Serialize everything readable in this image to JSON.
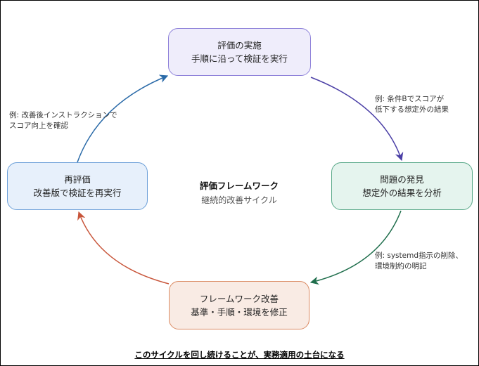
{
  "diagram": {
    "center": {
      "title": "評価フレームワーク",
      "subtitle": "継続的改善サイクル"
    },
    "nodes": {
      "top": {
        "line1": "評価の実施",
        "line2": "手順に沿って検証を実行"
      },
      "right": {
        "line1": "問題の発見",
        "line2": "想定外の結果を分析"
      },
      "bottom": {
        "line1": "フレームワーク改善",
        "line2": "基準・手順・環境を修正"
      },
      "left": {
        "line1": "再評価",
        "line2": "改善版で検証を再実行"
      }
    },
    "notes": {
      "top_right": {
        "line1": "例: 条件Bでスコアが",
        "line2": "低下する想定外の結果"
      },
      "bottom_right": {
        "line1": "例: systemd指示の削除、",
        "line2": "環境制約の明記"
      },
      "top_left": {
        "line1": "例: 改善後インストラクションで",
        "line2": "スコア向上を確認"
      }
    },
    "footer": "このサイクルを回し続けることが、実務適用の土台になる",
    "colors": {
      "top_to_right": "#4b3fa6",
      "right_to_bottom": "#1f6e4c",
      "bottom_to_left": "#c8553a",
      "left_to_top": "#2a6aa8"
    }
  }
}
